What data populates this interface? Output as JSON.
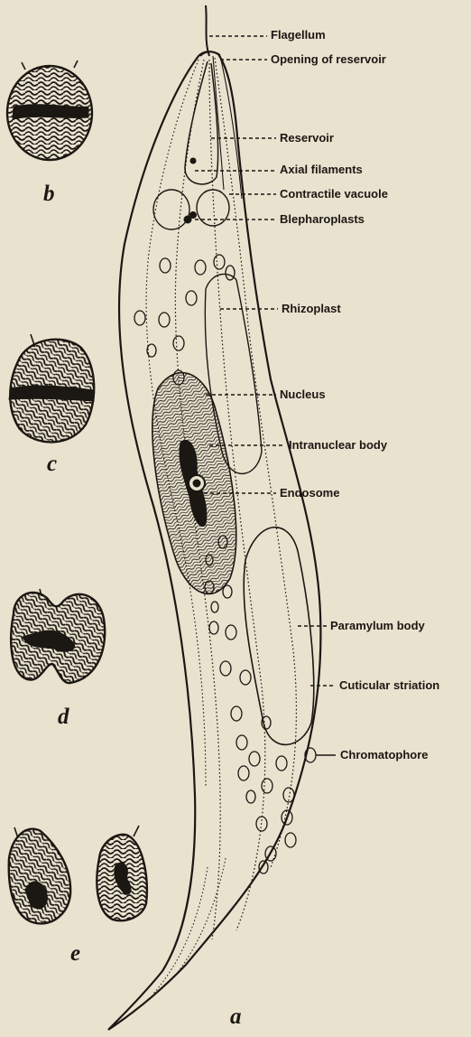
{
  "labels": {
    "flagellum": "Flagellum",
    "opening_of_reservoir": "Opening of reservoir",
    "reservoir": "Reservoir",
    "axial_filaments": "Axial filaments",
    "contractile_vacuole": "Contractile vacuole",
    "blepharoplasts": "Blepharoplasts",
    "rhizoplast": "Rhizoplast",
    "nucleus": "Nucleus",
    "intranuclear_body": "Intranuclear body",
    "endosome": "Endosome",
    "paramylum_body": "Paramylum body",
    "cuticular_striation": "Cuticular striation",
    "chromatophore": "Chromatophore"
  },
  "figure_letters": {
    "a": "a",
    "b": "b",
    "c": "c",
    "d": "d",
    "e": "e"
  },
  "colors": {
    "paper": "#e9e2cf",
    "ink": "#1b1712"
  }
}
